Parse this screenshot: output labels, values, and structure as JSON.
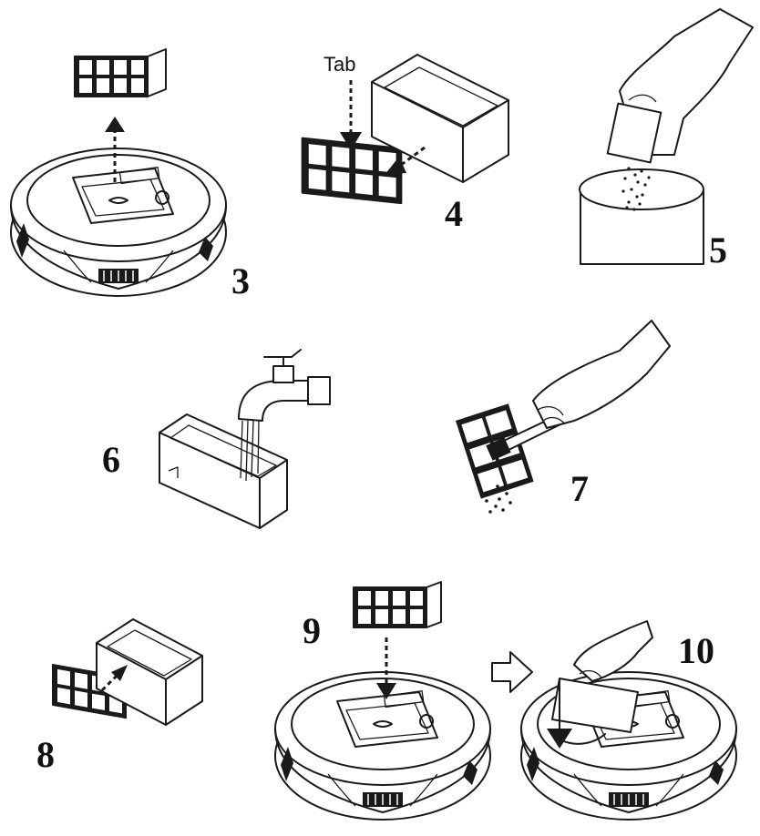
{
  "tab_label": "Tab",
  "steps": [
    {
      "number": "3"
    },
    {
      "number": "4"
    },
    {
      "number": "5"
    },
    {
      "number": "6"
    },
    {
      "number": "7"
    },
    {
      "number": "8"
    },
    {
      "number": "9"
    },
    {
      "number": "10"
    }
  ],
  "icons": [
    "robot-vacuum-icon",
    "hepa-filter-icon",
    "dust-bin-icon",
    "hand-icon",
    "faucet-icon",
    "brush-icon",
    "arrow-icon"
  ]
}
